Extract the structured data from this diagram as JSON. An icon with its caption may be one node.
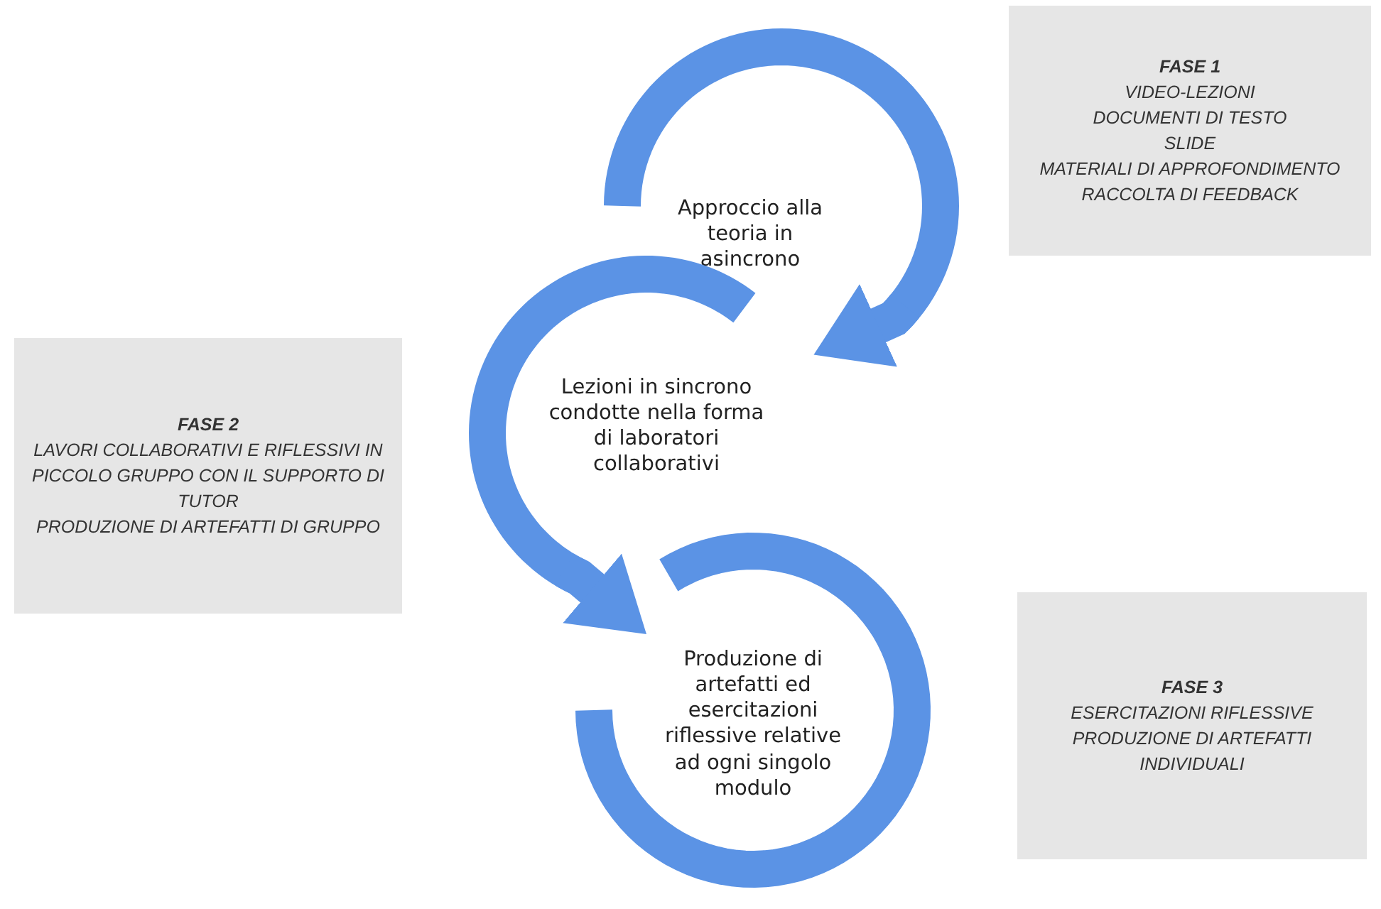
{
  "diagram": {
    "nodes": [
      {
        "text": [
          "Approccio alla teoria in asincrono"
        ]
      },
      {
        "text": [
          "Lezioni in sincrono condotte nella forma di laboratori collaborativi"
        ]
      },
      {
        "text": [
          "Produzione di artefatti ed esercitazioni riflessive relative ad ogni singolo modulo"
        ]
      },
      {
        "text": [
          "FASE 1",
          "VIDEO-LEZIONI",
          "DOCUMENTI DI TESTO",
          "SLIDE",
          "MATERIALI DI APPROFONDIMENTO",
          "RACCOLTA DI FEEDBACK"
        ]
      },
      {
        "text": [
          "FASE 2",
          "LAVORI COLLABORATIVI E RIFLESSIVI IN PICCOLO GRUPPO CON IL SUPPORTO DI TUTOR",
          "PRODUZIONE DI ARTEFATTI DI GRUPPO"
        ]
      },
      {
        "text": [
          "FASE 3",
          "ESERCITAZIONI RIFLESSIVE",
          "PRODUZIONE DI ARTEFATTI INDIVIDUALI"
        ]
      }
    ],
    "edges": [
      {
        "from": 0,
        "to": 1,
        "arrow": "to"
      },
      {
        "from": 1,
        "to": 2,
        "arrow": "to"
      }
    ]
  }
}
